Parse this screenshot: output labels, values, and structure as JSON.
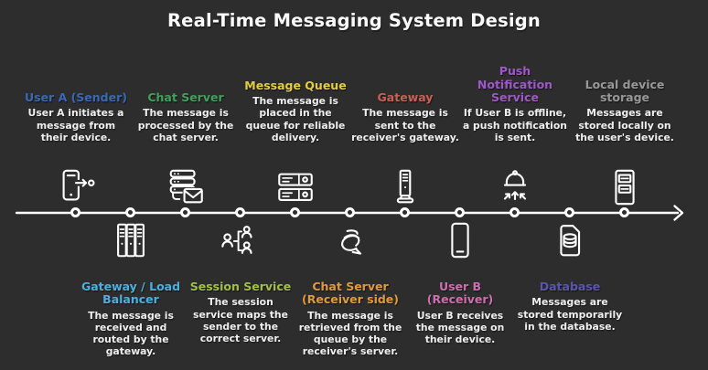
{
  "title": "Real-Time Messaging System Design",
  "theme": {
    "background": "#2d2d2d",
    "line_color": "#ffffff",
    "title_color": "#fafafa",
    "description_color": "#efefef"
  },
  "timeline": {
    "stages": [
      {
        "name": "user-a-sender",
        "label": "User A (Sender)",
        "color": "#3a68b8",
        "description": "User A initiates a message from their device.",
        "icon": "phone-send-icon"
      },
      {
        "name": "gateway-load-balancer",
        "label": "Gateway / Load Balancer",
        "color": "#4cb0dd",
        "description": "The message is received and routed by the gateway.",
        "icon": "lockers-icon"
      },
      {
        "name": "chat-server",
        "label": "Chat Server",
        "color": "#3fa15c",
        "description": "The message is processed by the chat server.",
        "icon": "server-mail-icon"
      },
      {
        "name": "session-service",
        "label": "Session Service",
        "color": "#a2bf45",
        "description": "The session service maps the sender to the correct server.",
        "icon": "people-map-icon"
      },
      {
        "name": "message-queue",
        "label": "Message Queue",
        "color": "#e2cd41",
        "description": "The message is placed in the queue for reliable delivery.",
        "icon": "queue-icon"
      },
      {
        "name": "chat-server-receiver-side",
        "label": "Chat Server (Receiver side)",
        "color": "#dd9b3e",
        "description": "The message is retrieved from the queue by the receiver's server.",
        "icon": "chat-scribble-icon"
      },
      {
        "name": "gateway",
        "label": "Gateway",
        "color": "#c96055",
        "description": "The message is sent to the receiver's gateway.",
        "icon": "tower-icon"
      },
      {
        "name": "user-b-receiver",
        "label": "User B (Receiver)",
        "color": "#cc6fae",
        "description": "User B receives the message on their device.",
        "icon": "smartphone-icon"
      },
      {
        "name": "push-notification-service",
        "label": "Push Notification Service",
        "color": "#9e58c8",
        "description": "If User B is offline, a push notification is sent.",
        "icon": "bell-push-icon"
      },
      {
        "name": "database",
        "label": "Database",
        "color": "#5b57a8",
        "description": "Messages are stored temporarily in the database.",
        "icon": "sim-db-icon"
      },
      {
        "name": "local-device-storage",
        "label": "Local device storage",
        "color": "#989898",
        "description": "Messages are stored locally on the user's device.",
        "icon": "cabinet-icon"
      }
    ]
  }
}
